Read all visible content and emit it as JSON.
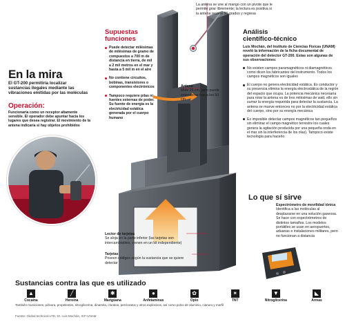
{
  "headline": {
    "title": "En la mira",
    "text": "El GT-200 permitiría localizar sustancias ilegales mediante las vibraciones emitidas por las moléculas"
  },
  "operation": {
    "title": "Operación:",
    "text": "Funcionaría como un receptor altamente sensible. El operador debe apuntar hacia los lugares que desea registrar. El movimiento de la antena indicaría si hay objetos prohibidos"
  },
  "antenna_top_note": "La antena se une al mango con un pivote que le permite girar libremente; la lectura es positiva si la antena recorre 90 grados y regresa",
  "antenna_label": {
    "title": "Antena",
    "text": "Mide 25 cm, pero puede extenderse hasta los 50 cm"
  },
  "supuestas": {
    "title_line1": "Supuestas",
    "title_line2": "funciones",
    "items": [
      "Puede detectar milésimas de milésimas de gramo de compuestos a 700 m de distancia en tierra, de mil a 2 mil metros en el mar y hasta a 5 mil m en el aire",
      "No contiene circuitos, bobinas, transistores o componentes electrónicos",
      "Tampoco requiere pilas ni fuentes externas de poder. Su fuente de energía es la electricidad estática generada por el cuerpo humano"
    ]
  },
  "analisis": {
    "title_line1": "Análisis",
    "title_line2": "científico-técnico",
    "intro": "Luis Mochán, del Instituto de Ciencias Físicas (UNAM) reveló la información de la ficha documental de operación del detector GT-200. Estas son algunas de sus observaciones:",
    "items": [
      "No existen campos paramagnéticos ni diamagnéticos como dicen los fabricantes del instrumento. Todos los campos magnéticos son iguales",
      "El cuerpo no genera electricidad estática. Es conductor y su presencia elimina la energía electrostática de la región del espacio que ocupa. La potencia mecánica necesaria para rotar la antena es de tres milésimas de watt, ello sin sumar la energía requerida para detectar la sustancia. La antena se mueve entonces no por la electricidad estática del cuerpo, sino por su energía mecánica",
      "Es imposible detectar campos magnéticos tan pequeños sin eliminar el campo magnético terrestre los cuales genera la agitación producida por una pequeña onda en el mar sin la interferencia de los olas). Tampoco existe tecnología para hacerlo"
    ]
  },
  "lector": {
    "title": "Lector de tarjetas",
    "text": "Se aloja en la parte inferior (las tarjetas son intercambiables, vienen en un kit independiente)"
  },
  "tarjetas": {
    "title": "Tarjetas",
    "text": "Poseen códigos según la sustancia que se quiere detectar"
  },
  "loque": {
    "title": "Lo que sí sirve",
    "subtitle": "Espectrómetro de movilidad iónica",
    "text": "Identifica a las moléculas al desplazarse en una solución gaseosa. Se hace con espectrómetros de distintos tamaños. Los modelos portátiles se usan en aeropuertos, aduanas e instalaciones militares, pero no funcionan a distancia"
  },
  "substances": {
    "title": "Sustancias contra las que es utilizado",
    "items": [
      {
        "label": "Cocaína",
        "icon": "powder-icon"
      },
      {
        "label": "Heroína",
        "icon": "needle-icon"
      },
      {
        "label": "Marigüana",
        "icon": "leaf-icon"
      },
      {
        "label": "Anfetaminas",
        "icon": "pill-icon"
      },
      {
        "label": "Opio",
        "icon": "poppy-icon"
      },
      {
        "label": "TNT",
        "icon": "dynamite-icon"
      },
      {
        "label": "Nitroglicerina",
        "icon": "flask-icon"
      },
      {
        "label": "Armas",
        "icon": "gun-icon"
      }
    ],
    "footer": "También municiones, pólvora, propelentes, nitroglicerina, dinamita, cloratos, percloratos y otros explosivos, así como polvo de aluminio, cianuro y marfil",
    "source": "Fuente: Global technical LTD, Dr. Luis Mochán, ICF-UNAM"
  },
  "colors": {
    "accent": "#c8102e",
    "device": "#5b6066",
    "device_dark": "#3e4247",
    "arrow": "#f08a24"
  }
}
